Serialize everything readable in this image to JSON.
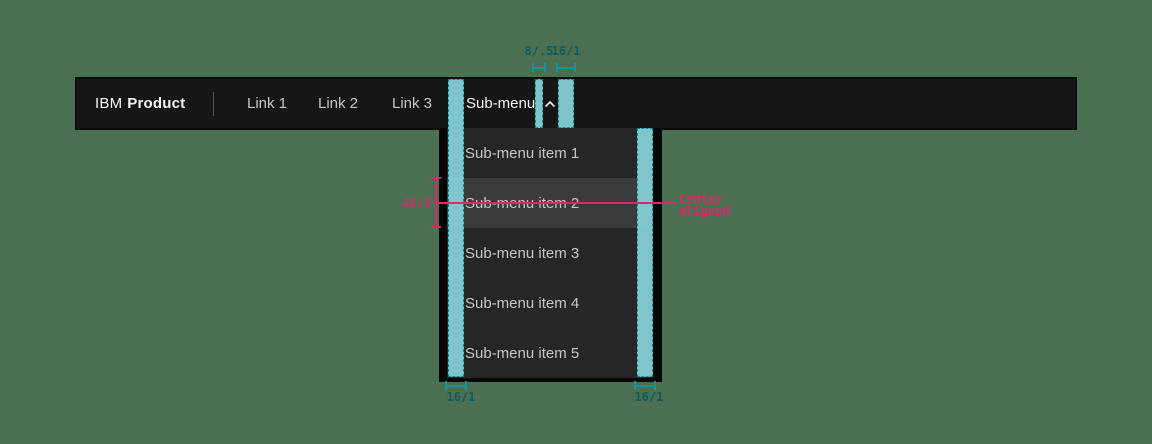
{
  "header": {
    "brand": {
      "prefix": "IBM",
      "name": "Product"
    },
    "links": [
      {
        "label": "Link 1"
      },
      {
        "label": "Link 2"
      },
      {
        "label": "Link 3"
      }
    ],
    "submenu": {
      "label": "Sub-menu",
      "icon": "chevron-up",
      "state": "open"
    }
  },
  "dropdown": {
    "items": [
      {
        "label": "Sub-menu item 1",
        "highlighted": false
      },
      {
        "label": "Sub-menu item 2",
        "highlighted": true
      },
      {
        "label": "Sub-menu item 3",
        "highlighted": false
      },
      {
        "label": "Sub-menu item 4",
        "highlighted": false
      },
      {
        "label": "Sub-menu item 5",
        "highlighted": false
      }
    ]
  },
  "annotations": {
    "top_measurements": [
      {
        "value": "8/.5",
        "describes": "gap between label and chevron"
      },
      {
        "value": "16/1",
        "describes": "right padding of trigger"
      }
    ],
    "bottom_measurements": [
      {
        "value": "16/1",
        "describes": "left padding of menu"
      },
      {
        "value": "16/1",
        "describes": "right padding of menu"
      }
    ],
    "item_height": {
      "value": "48/3"
    },
    "alignment_note": {
      "text": "Center aligned"
    }
  },
  "colors": {
    "page_background": "#4A6F51",
    "header_background": "#161616",
    "menu_background": "#262626",
    "menu_highlight": "#3b3b3b",
    "spacer_teal": "#84CED2",
    "annotation_teal": "#0d5c63",
    "annotation_pink": "#d62b6b",
    "text_primary": "#f4f4f4",
    "text_secondary": "#c6c6c6"
  }
}
